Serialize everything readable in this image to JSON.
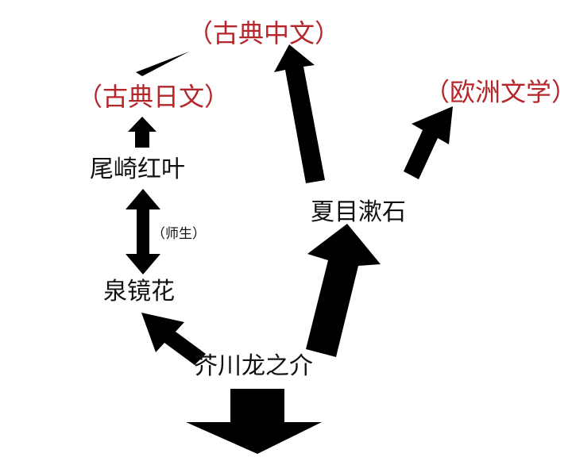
{
  "nodes": {
    "classical_chinese": "（古典中文）",
    "classical_japanese": "（古典日文）",
    "european_literature": "（欧洲文学）",
    "ozaki_koyo": "尾崎红叶",
    "natsume_soseki": "夏目漱石",
    "teacher_student": "（师生）",
    "izumi_kyoka": "泉镜花",
    "akutagawa": "芥川龙之介"
  },
  "colors": {
    "source_text": "#b5262b",
    "author_text": "#111111",
    "arrow": "#000000"
  }
}
